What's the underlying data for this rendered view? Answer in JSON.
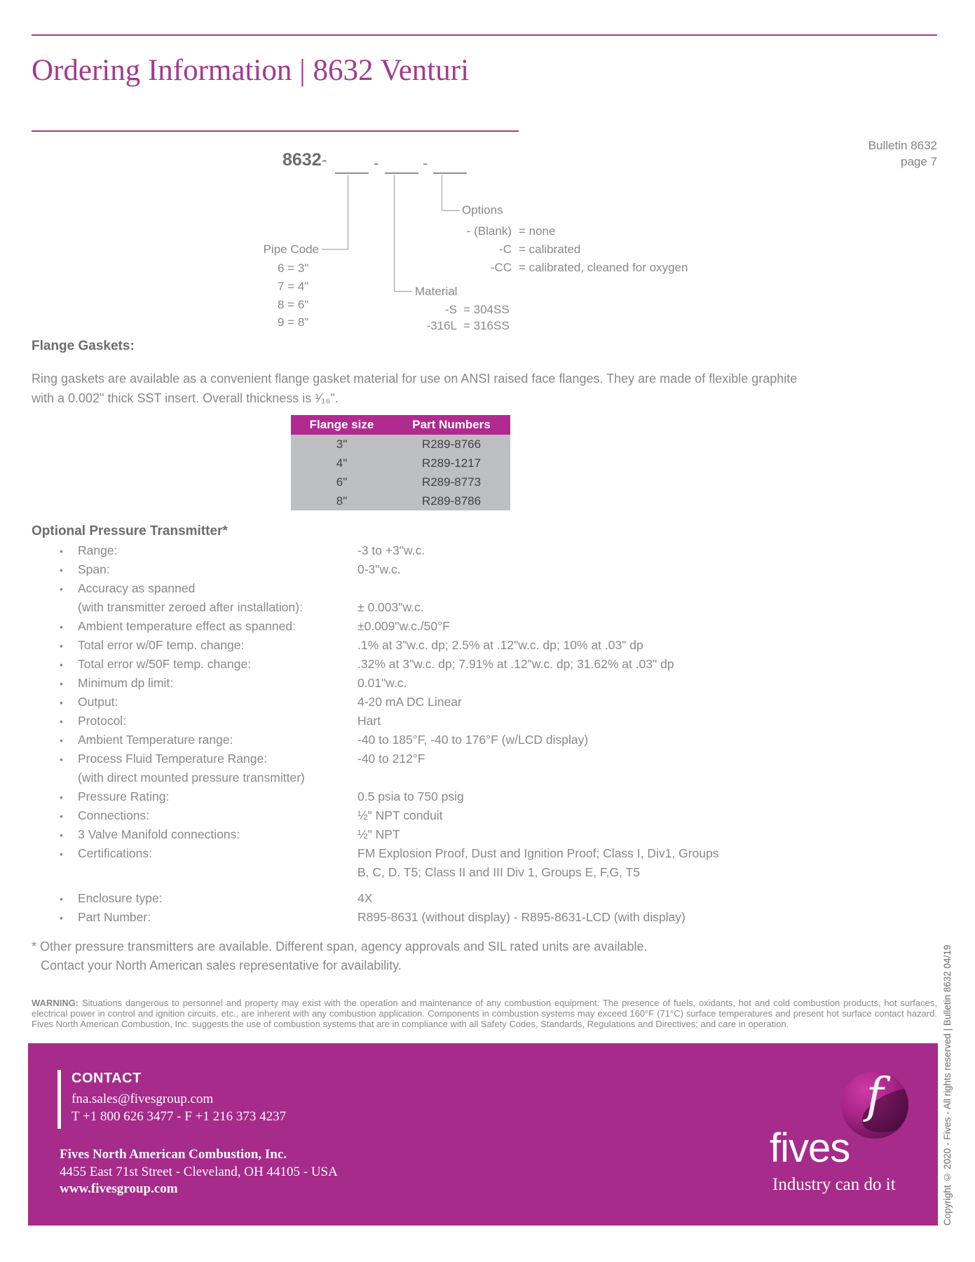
{
  "header": {
    "title": "Ordering Information | 8632 Venturi",
    "bulletin": "Bulletin 8632",
    "page": "page 7"
  },
  "icons": {
    "bullet": "•"
  },
  "ordering_code": {
    "base": "8632",
    "dash": "-",
    "pipe_code": {
      "label": "Pipe Code",
      "items": [
        "6 = 3\"",
        "7 = 4\"",
        "8 = 6\"",
        "9 = 8\""
      ]
    },
    "material": {
      "label": "Material",
      "items": [
        {
          "code": "-S",
          "desc": "= 304SS"
        },
        {
          "code": "-316L",
          "desc": "= 316SS"
        }
      ]
    },
    "options": {
      "label": "Options",
      "items": [
        {
          "code": "- (Blank)",
          "desc": "= none"
        },
        {
          "code": "-C",
          "desc": "= calibrated"
        },
        {
          "code": "-CC",
          "desc": "= calibrated, cleaned for oxygen"
        }
      ]
    }
  },
  "flange_gaskets": {
    "heading": "Flange Gaskets:",
    "paragraph": "Ring gaskets are available as a convenient flange gasket material for use on ANSI raised face flanges. They are made of flexible graphite with a 0.002\" thick SST insert. Overall thickness is ¹⁄₁₆\".",
    "table": {
      "headers": [
        "Flange size",
        "Part Numbers"
      ],
      "rows": [
        [
          "3\"",
          "R289-8766"
        ],
        [
          "4\"",
          "R289-1217"
        ],
        [
          "6\"",
          "R289-8773"
        ],
        [
          "8\"",
          "R289-8786"
        ]
      ]
    }
  },
  "transmitter": {
    "heading": "Optional Pressure Transmitter*",
    "rows": [
      {
        "label": "Range:",
        "value": "-3 to +3\"w.c."
      },
      {
        "label": "Span:",
        "value": "0-3\"w.c."
      },
      {
        "label": "Accuracy as spanned",
        "value": ""
      },
      {
        "label": "(with transmitter zeroed after installation):",
        "value": "± 0.003\"w.c."
      },
      {
        "label": "Ambient temperature effect as spanned:",
        "value": "±0.009\"w.c./50°F"
      },
      {
        "label": "Total error w/0F temp. change:",
        "value": ".1% at 3\"w.c. dp; 2.5% at .12\"w.c. dp; 10% at .03\" dp"
      },
      {
        "label": "Total error w/50F temp. change:",
        "value": ".32% at 3\"w.c. dp; 7.91% at .12\"w.c. dp; 31.62% at .03\" dp"
      },
      {
        "label": "Minimum dp limit:",
        "value": "0.01\"w.c."
      },
      {
        "label": "Output:",
        "value": "4-20 mA DC Linear"
      },
      {
        "label": "Protocol:",
        "value": "Hart"
      },
      {
        "label": "Ambient Temperature range:",
        "value": "-40 to 185°F, -40 to 176°F (w/LCD display)"
      },
      {
        "label": "Process Fluid Temperature Range:",
        "value": "-40 to 212°F"
      },
      {
        "label": "(with direct mounted pressure transmitter)",
        "value": ""
      },
      {
        "label": "Pressure Rating:",
        "value": "0.5 psia to 750 psig"
      },
      {
        "label": "Connections:",
        "value": "½\" NPT conduit"
      },
      {
        "label": "3 Valve Manifold connections:",
        "value": "½\" NPT"
      },
      {
        "label": "Certifications:",
        "value": "FM Explosion Proof, Dust and Ignition Proof; Class I, Div1, Groups"
      },
      {
        "label": "",
        "value": "B, C, D. T5; Class II and III Div 1, Groups E, F,G, T5"
      },
      {
        "label": "Enclosure type:",
        "value": "4X"
      },
      {
        "label": "Part Number:",
        "value": "R895-8631 (without display) - R895-8631-LCD (with display)"
      }
    ],
    "footnote1": "* Other pressure transmitters are available. Different span, agency approvals and SIL rated units are available.",
    "footnote2": "Contact your North American sales representative for availability."
  },
  "warning": {
    "label": "WARNING:",
    "text": "Situations dangerous to personnel and property may exist with the operation and maintenance of any combustion equipment. The presence of fuels, oxidants, hot and cold combustion products, hot surfaces, electrical power in control and ignition circuits, etc., are inherent with any combustion application. Components in combustion systems may exceed 160°F (71°C) surface temperatures and present hot surface contact hazard. Fives North American Combustion, Inc. suggests the use of combustion systems that are in compliance with all Safety Codes, Standards, Regulations and Directives; and care in operation."
  },
  "footer": {
    "contact_heading": "CONTACT",
    "email": "fna.sales@fivesgroup.com",
    "phone": "T +1 800 626 3477 - F +1 216 373 4237",
    "company": "Fives North American Combustion, Inc.",
    "address": "4455 East 71st Street - Cleveland, OH 44105 - USA",
    "website": "www.fivesgroup.com",
    "logo_f": "f",
    "logo_word": "fives",
    "logo_tagline": "Industry can do it"
  },
  "sidebar": {
    "copyright": "Copyright © 2020 - Fives - All rights reserved | Bulletin 8632 04/19"
  },
  "colors": {
    "accent_magenta": "#a33a8f",
    "table_header": "#b12a90",
    "table_row_bg": "#bdbfc0",
    "footer_bg": "#a62b8a",
    "text_gray": "#87898c",
    "heading_gray": "#6b6c6f"
  }
}
